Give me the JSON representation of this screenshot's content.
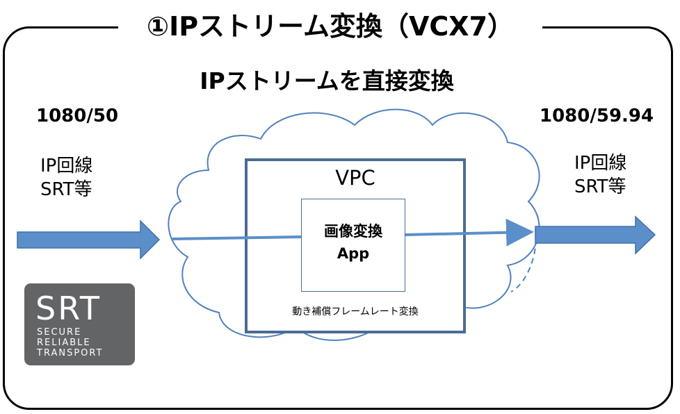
{
  "title": "①IPストリーム変換（VCX7）",
  "subtitle": "IPストリームを直接変換",
  "input": {
    "resolution": "1080/50",
    "link_line1": "IP回線",
    "link_line2": "SRT等"
  },
  "output": {
    "resolution": "1080/59.94",
    "link_line1": "IP回線",
    "link_line2": "SRT等"
  },
  "cloud": {
    "vpc_label": "VPC",
    "app_line1": "画像変換",
    "app_line2": "App",
    "description": "動き補償フレームレート変換"
  },
  "srt_logo": {
    "big": "SRT",
    "line1": "SECURE",
    "line2": "RELIABLE",
    "line3": "TRANSPORT"
  },
  "colors": {
    "arrow_fill": "#5b8fc9",
    "arrow_stroke": "#3f6fa8",
    "cloud_stroke": "#4f81bd",
    "box_border": "#4a6c94",
    "logo_bg": "#636466"
  }
}
